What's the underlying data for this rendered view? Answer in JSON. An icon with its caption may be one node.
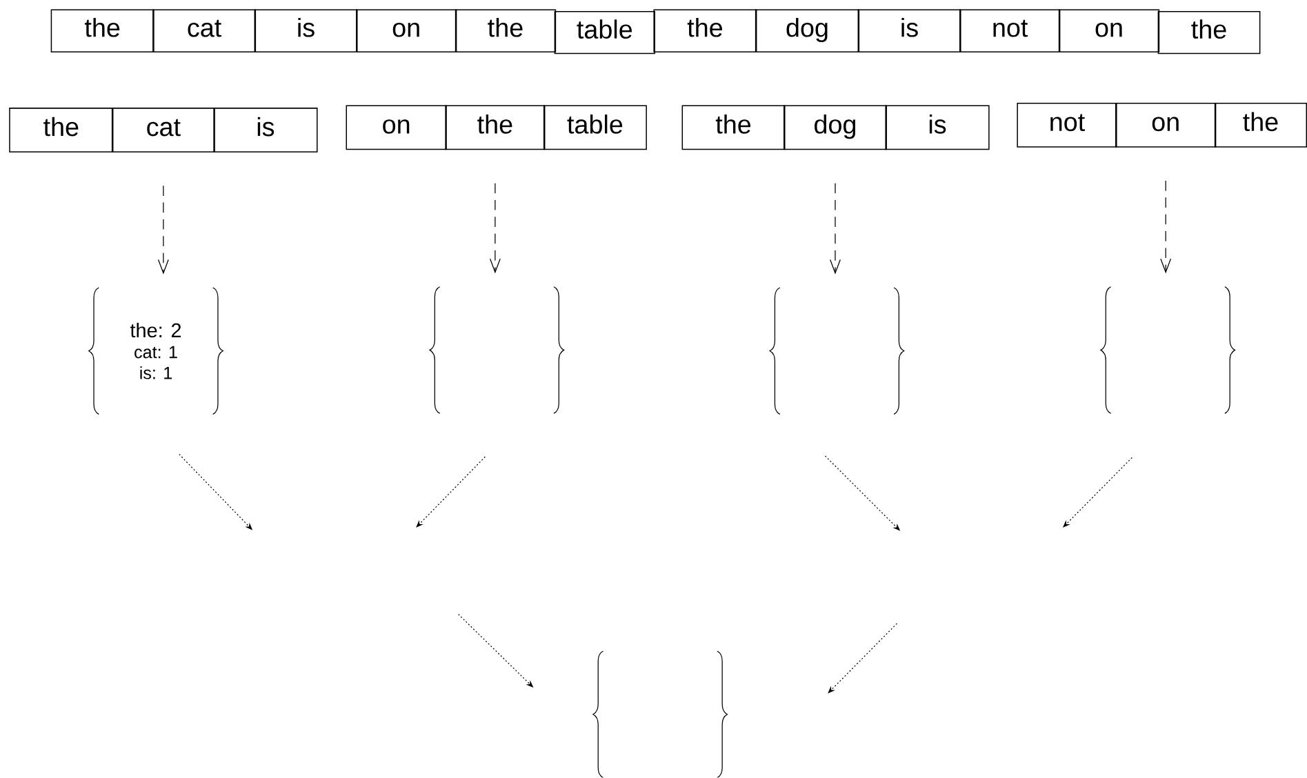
{
  "diagram": {
    "nodes": [
      {
        "text": [
          "the"
        ]
      },
      {
        "text": [
          "cat"
        ]
      },
      {
        "text": [
          "is"
        ]
      },
      {
        "text": [
          "on"
        ]
      },
      {
        "text": [
          "the"
        ]
      },
      {
        "text": [
          "table"
        ]
      },
      {
        "text": [
          "the"
        ]
      },
      {
        "text": [
          "dog"
        ]
      },
      {
        "text": [
          "is"
        ]
      },
      {
        "text": [
          "not"
        ]
      },
      {
        "text": [
          "on"
        ]
      },
      {
        "text": [
          "the"
        ]
      },
      {
        "text": [
          "the"
        ]
      },
      {
        "text": [
          "cat"
        ]
      },
      {
        "text": [
          "is"
        ]
      },
      {
        "text": [
          "on"
        ]
      },
      {
        "text": [
          "the"
        ]
      },
      {
        "text": [
          "table"
        ]
      },
      {
        "text": [
          "the"
        ]
      },
      {
        "text": [
          "dog"
        ]
      },
      {
        "text": [
          "is"
        ]
      },
      {
        "text": [
          "not"
        ]
      },
      {
        "text": [
          "on"
        ]
      },
      {
        "text": [
          "the"
        ]
      },
      {
        "text": [
          "the: 2",
          "cat: 1",
          "is: 1"
        ]
      },
      {
        "text": [],
        "shape": "braces"
      },
      {
        "text": [],
        "shape": "braces"
      },
      {
        "text": [],
        "shape": "braces"
      },
      {
        "text": [],
        "shape": "braces"
      }
    ],
    "edges": [
      {
        "from": 13,
        "to": 24,
        "arrow": "to",
        "style": "dashed"
      },
      {
        "from": 16,
        "to": 25,
        "arrow": "to",
        "style": "dashed"
      },
      {
        "from": 19,
        "to": 26,
        "arrow": "to",
        "style": "dashed"
      },
      {
        "from": 22,
        "to": 27,
        "arrow": "to",
        "style": "dashed"
      }
    ]
  }
}
